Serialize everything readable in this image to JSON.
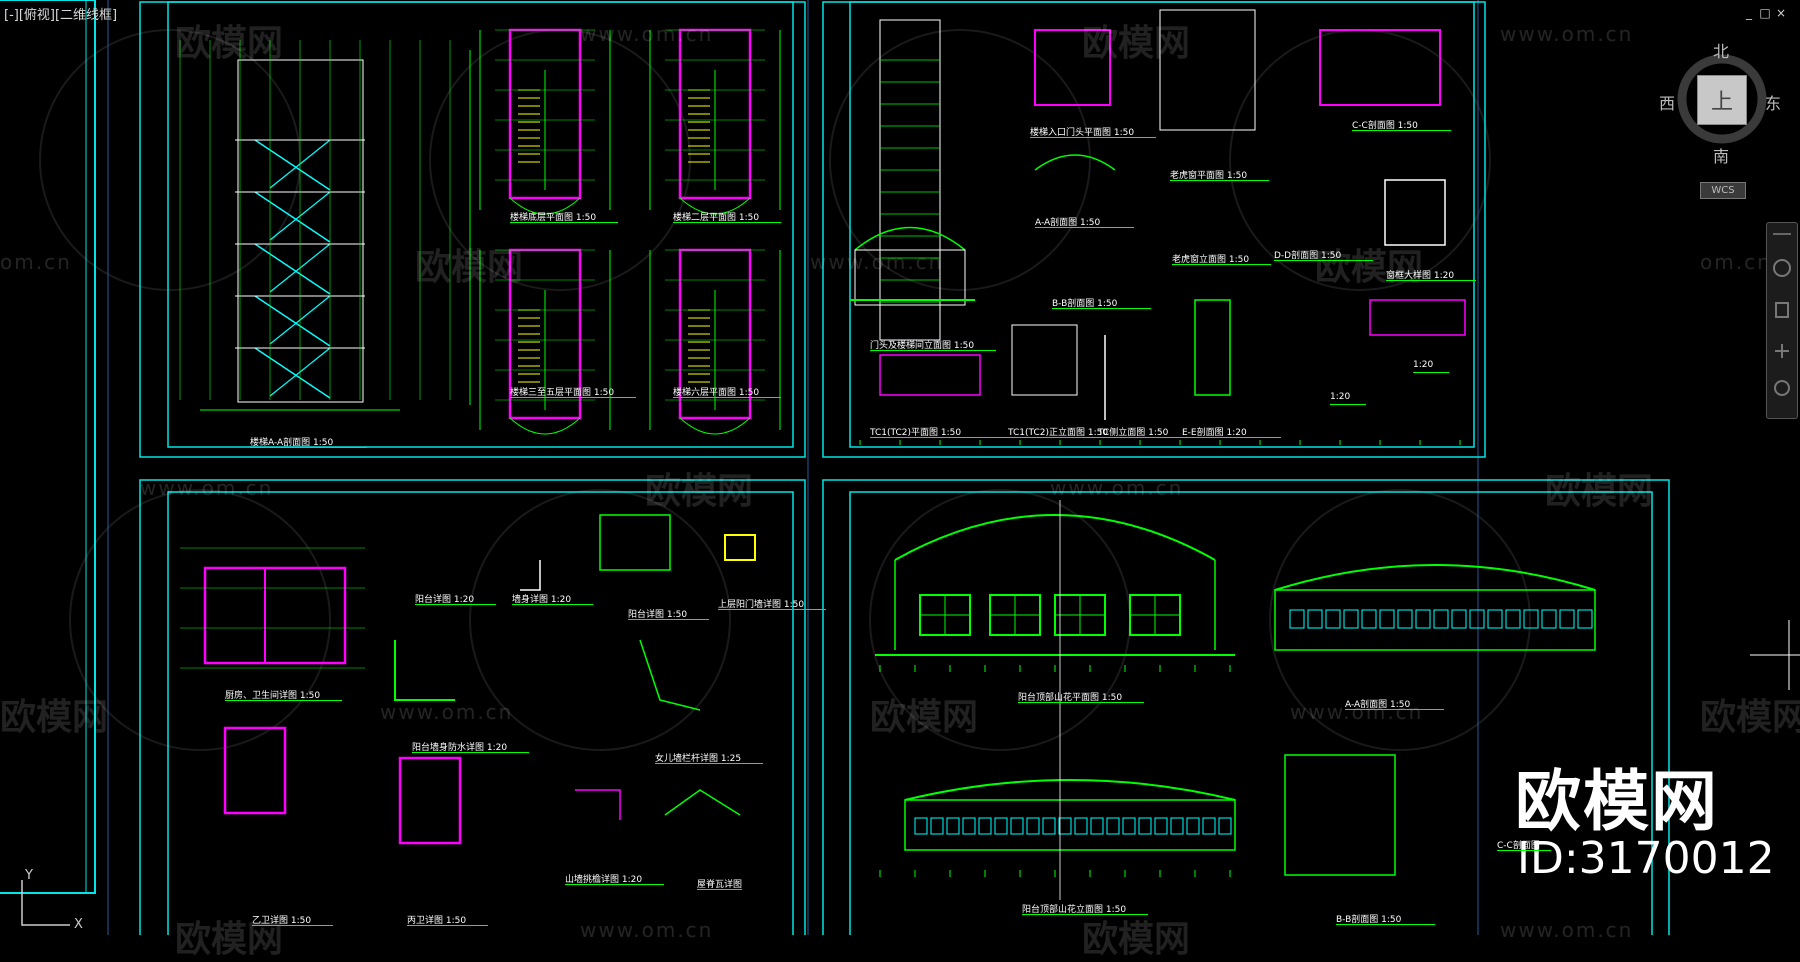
{
  "viewport": {
    "view_label": "[-][俯视][二维线框]",
    "window_controls": [
      "_",
      "□",
      "×"
    ]
  },
  "viewcube": {
    "north": "北",
    "south": "南",
    "east": "东",
    "west": "西",
    "top_face": "上",
    "wcs": "WCS"
  },
  "ucs": {
    "y": "Y",
    "x": "X"
  },
  "brand": {
    "name": "欧模网",
    "id": "ID:3170012"
  },
  "watermark": {
    "logo": "欧模网",
    "url": "www.om.cn",
    "partial_url": "om.cn"
  },
  "sheets": {
    "top_left": {
      "titles": [
        "楼梯A-A剖面图 1:50",
        "楼梯底层平面图 1:50",
        "楼梯二层平面图 1:50",
        "楼梯三至五层平面图 1:50",
        "楼梯六层平面图 1:50"
      ]
    },
    "top_right": {
      "titles": [
        "楼梯入口门头平面图 1:50",
        "A-A剖面图 1:50",
        "B-B剖面图 1:50",
        "门头及楼梯间立面图 1:50",
        "TC1(TC2)平面图 1:50",
        "TC1(TC2)正立面图 1:50",
        "TC侧立面图 1:50",
        "E-E剖面图 1:20",
        "老虎窗平面图 1:50",
        "老虎窗立面图 1:50",
        "C-C剖面图 1:50",
        "D-D剖面图 1:50",
        "窗框大样图 1:20",
        "1:20",
        "1:20"
      ]
    },
    "bottom_left": {
      "titles": [
        "厨房、卫生间详图 1:50",
        "阳台详图 1:20",
        "墙身详图 1:20",
        "阳台详图 1:50",
        "上层阳门墙详图 1:50",
        "阳台墙身防水详图 1:20",
        "女儿墙栏杆详图 1:25",
        "山墙挑檐详图 1:20",
        "屋脊瓦详图",
        "乙卫详图 1:50",
        "丙卫详图 1:50"
      ]
    },
    "bottom_right": {
      "titles": [
        "阳台顶部山花平面图 1:50",
        "A-A剖面图 1:50",
        "阳台顶部山花立面图 1:50",
        "B-B剖面图 1:50",
        "C-C剖面图"
      ]
    }
  },
  "colors": {
    "frame": "#00e5e5",
    "line_green": "#00ff00",
    "line_magenta": "#ff00ff",
    "line_yellow": "#ffff00",
    "line_white": "#ffffff",
    "line_cyan": "#00ffff"
  }
}
